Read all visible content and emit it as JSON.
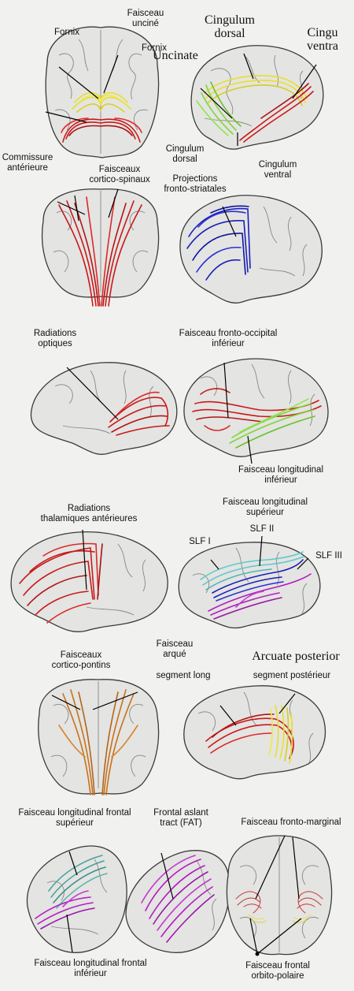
{
  "colors": {
    "yellow_tract": "#e8e02a",
    "red_tract": "#c8191a",
    "green_tract": "#7fd63a",
    "blue_tract": "#1a1fb8",
    "cyan_tract": "#5fc9c9",
    "purple_tract": "#b21ec0",
    "orange_tract": "#c7721a",
    "teal_tract": "#4aa39b"
  },
  "panels": {
    "p1": {
      "label_uncine": "Faisceau\nunciné",
      "label_fornix_a": "Fornix",
      "label_fornix_b": "Fornix",
      "label_uncinate": "Uncinate",
      "label_commissure": "Commissure\nantérieure"
    },
    "p2": {
      "label_cingulum_dorsal_en": "Cingulum\ndorsal",
      "label_cingu_ventra": "Cingu\nventra",
      "label_cingulum_dorsal_fr": "Cingulum\ndorsal",
      "label_cingulum_ventral": "Cingulum\nventral"
    },
    "p3": {
      "label": "Faisceaux\ncortico-spinaux"
    },
    "p4": {
      "label": "Projections\nfronto-striatales"
    },
    "p5": {
      "label": "Radiations\noptiques"
    },
    "p6": {
      "label_top": "Faisceau fronto-occipital\ninférieur",
      "label_bottom": "Faisceau longitudinal\ninférieur"
    },
    "p7": {
      "label": "Radiations\nthalamiques antérieures"
    },
    "p8": {
      "label_top": "Faisceau longitudinal\nsupérieur",
      "label_slf1": "SLF I",
      "label_slf2": "SLF II",
      "label_slf3": "SLF III"
    },
    "p9": {
      "label": "Faisceaux\ncortico-pontins"
    },
    "p10": {
      "label_arque": "Faisceau\narqué",
      "label_arcuate_posterior": "Arcuate posterior",
      "label_segment_long": "segment long",
      "label_segment_posterieur": "segment postérieur"
    },
    "p11": {
      "label_top": "Faisceau longitudinal frontal\nsupérieur",
      "label_bottom": "Faisceau longitudinal frontal\ninférieur"
    },
    "p12": {
      "label": "Frontal aslant\ntract (FAT)"
    },
    "p13": {
      "label_top": "Faisceau fronto-marginal",
      "label_bottom": "Faisceau frontal\norbito-polaire"
    }
  }
}
